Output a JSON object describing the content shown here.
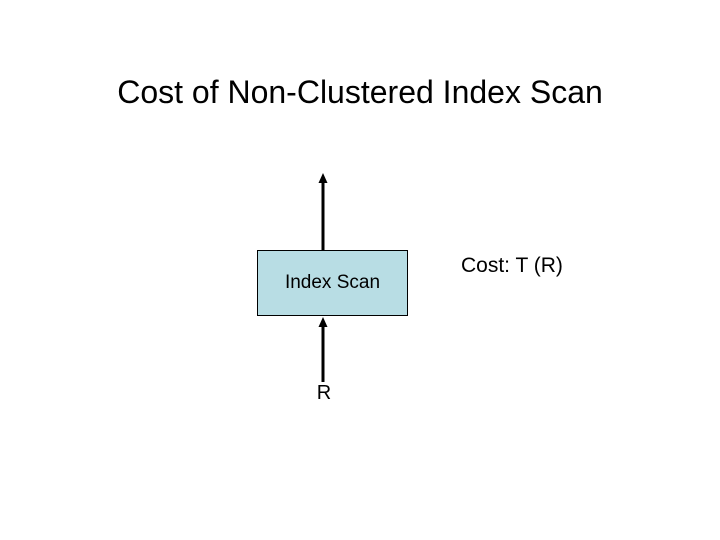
{
  "slide": {
    "title": "Cost of Non-Clustered Index Scan",
    "background_color": "#ffffff",
    "text_color": "#000000"
  },
  "diagram": {
    "type": "query-plan-tree",
    "operator_box": {
      "label": "Index Scan",
      "fill_color": "#b8dde4",
      "border_color": "#000000"
    },
    "cost_annotation": {
      "text": "Cost: T (R)"
    },
    "input_relation": {
      "label": "R"
    },
    "edges": [
      {
        "name": "input-edge",
        "from": "R",
        "to": "Index Scan",
        "direction": "up",
        "color": "#000000"
      },
      {
        "name": "output-edge",
        "from": "Index Scan",
        "to": "parent",
        "direction": "up",
        "color": "#000000"
      }
    ]
  }
}
